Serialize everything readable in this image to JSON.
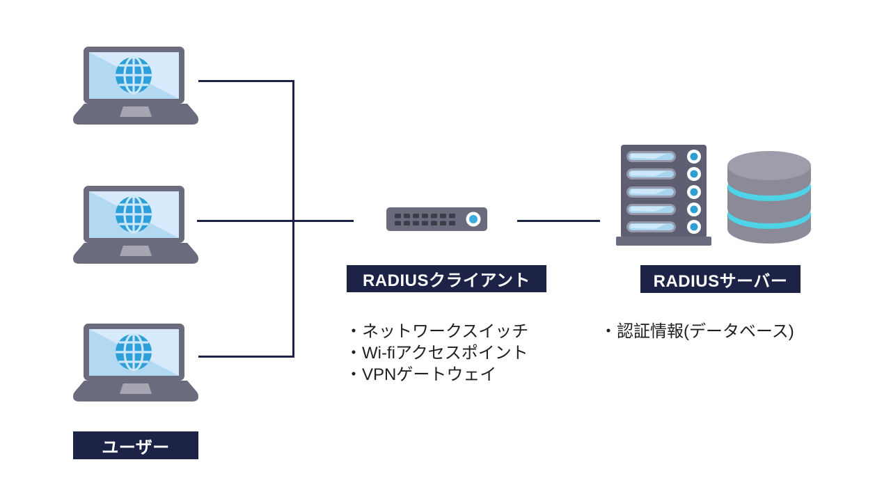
{
  "labels": {
    "users": "ユーザー",
    "radius_client": "RADIUSクライアント",
    "radius_server": "RADIUSサーバー"
  },
  "radius_client_bullets": [
    "・ネットワークスイッチ",
    "・Wi-fiアクセスポイント",
    "・VPNゲートウェイ"
  ],
  "radius_server_bullets": [
    "・認証情報(データベース)"
  ],
  "icons": {
    "user_laptops": "laptop-with-globe-icon",
    "radius_client_device": "network-switch-icon",
    "radius_server_device": "server-rack-icon",
    "radius_server_storage": "database-icon"
  },
  "colors": {
    "background": "#ffffff",
    "label_bg": "#1c2346",
    "label_text": "#ffffff",
    "connector_line": "#1c2346",
    "body_text": "#1f1f1f",
    "device_gray": "#6b6b7e",
    "server_tower_gray": "#5f5f74",
    "screen_blue": "#b3d8f2",
    "screen_highlight": "#d6eafc",
    "globe_blue": "#2f9fda",
    "database_gray": "#8a8a99",
    "database_cyan": "#4ed3e7",
    "led_blue": "#3aabdd"
  }
}
